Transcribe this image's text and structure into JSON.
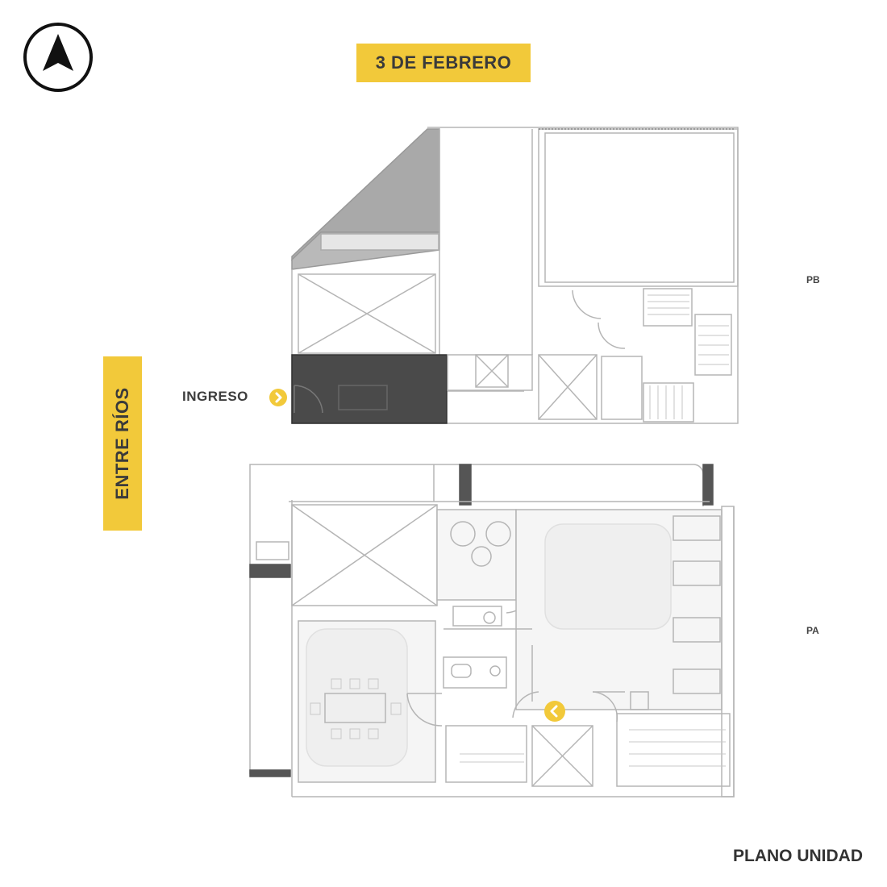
{
  "compass": {
    "icon": "north-arrow-icon"
  },
  "streets": {
    "top": "3 DE FEBRERO",
    "left": "ENTRE RÍOS"
  },
  "levels": {
    "ground": "PB",
    "upper": "PA"
  },
  "entrance": {
    "label": "INGRESO",
    "icon": "chevron-right-icon"
  },
  "title": "PLANO UNIDAD",
  "colors": {
    "accent": "#f2c93a",
    "unit_fill": "#4a4a4a",
    "wall": "#b5b5b5"
  }
}
